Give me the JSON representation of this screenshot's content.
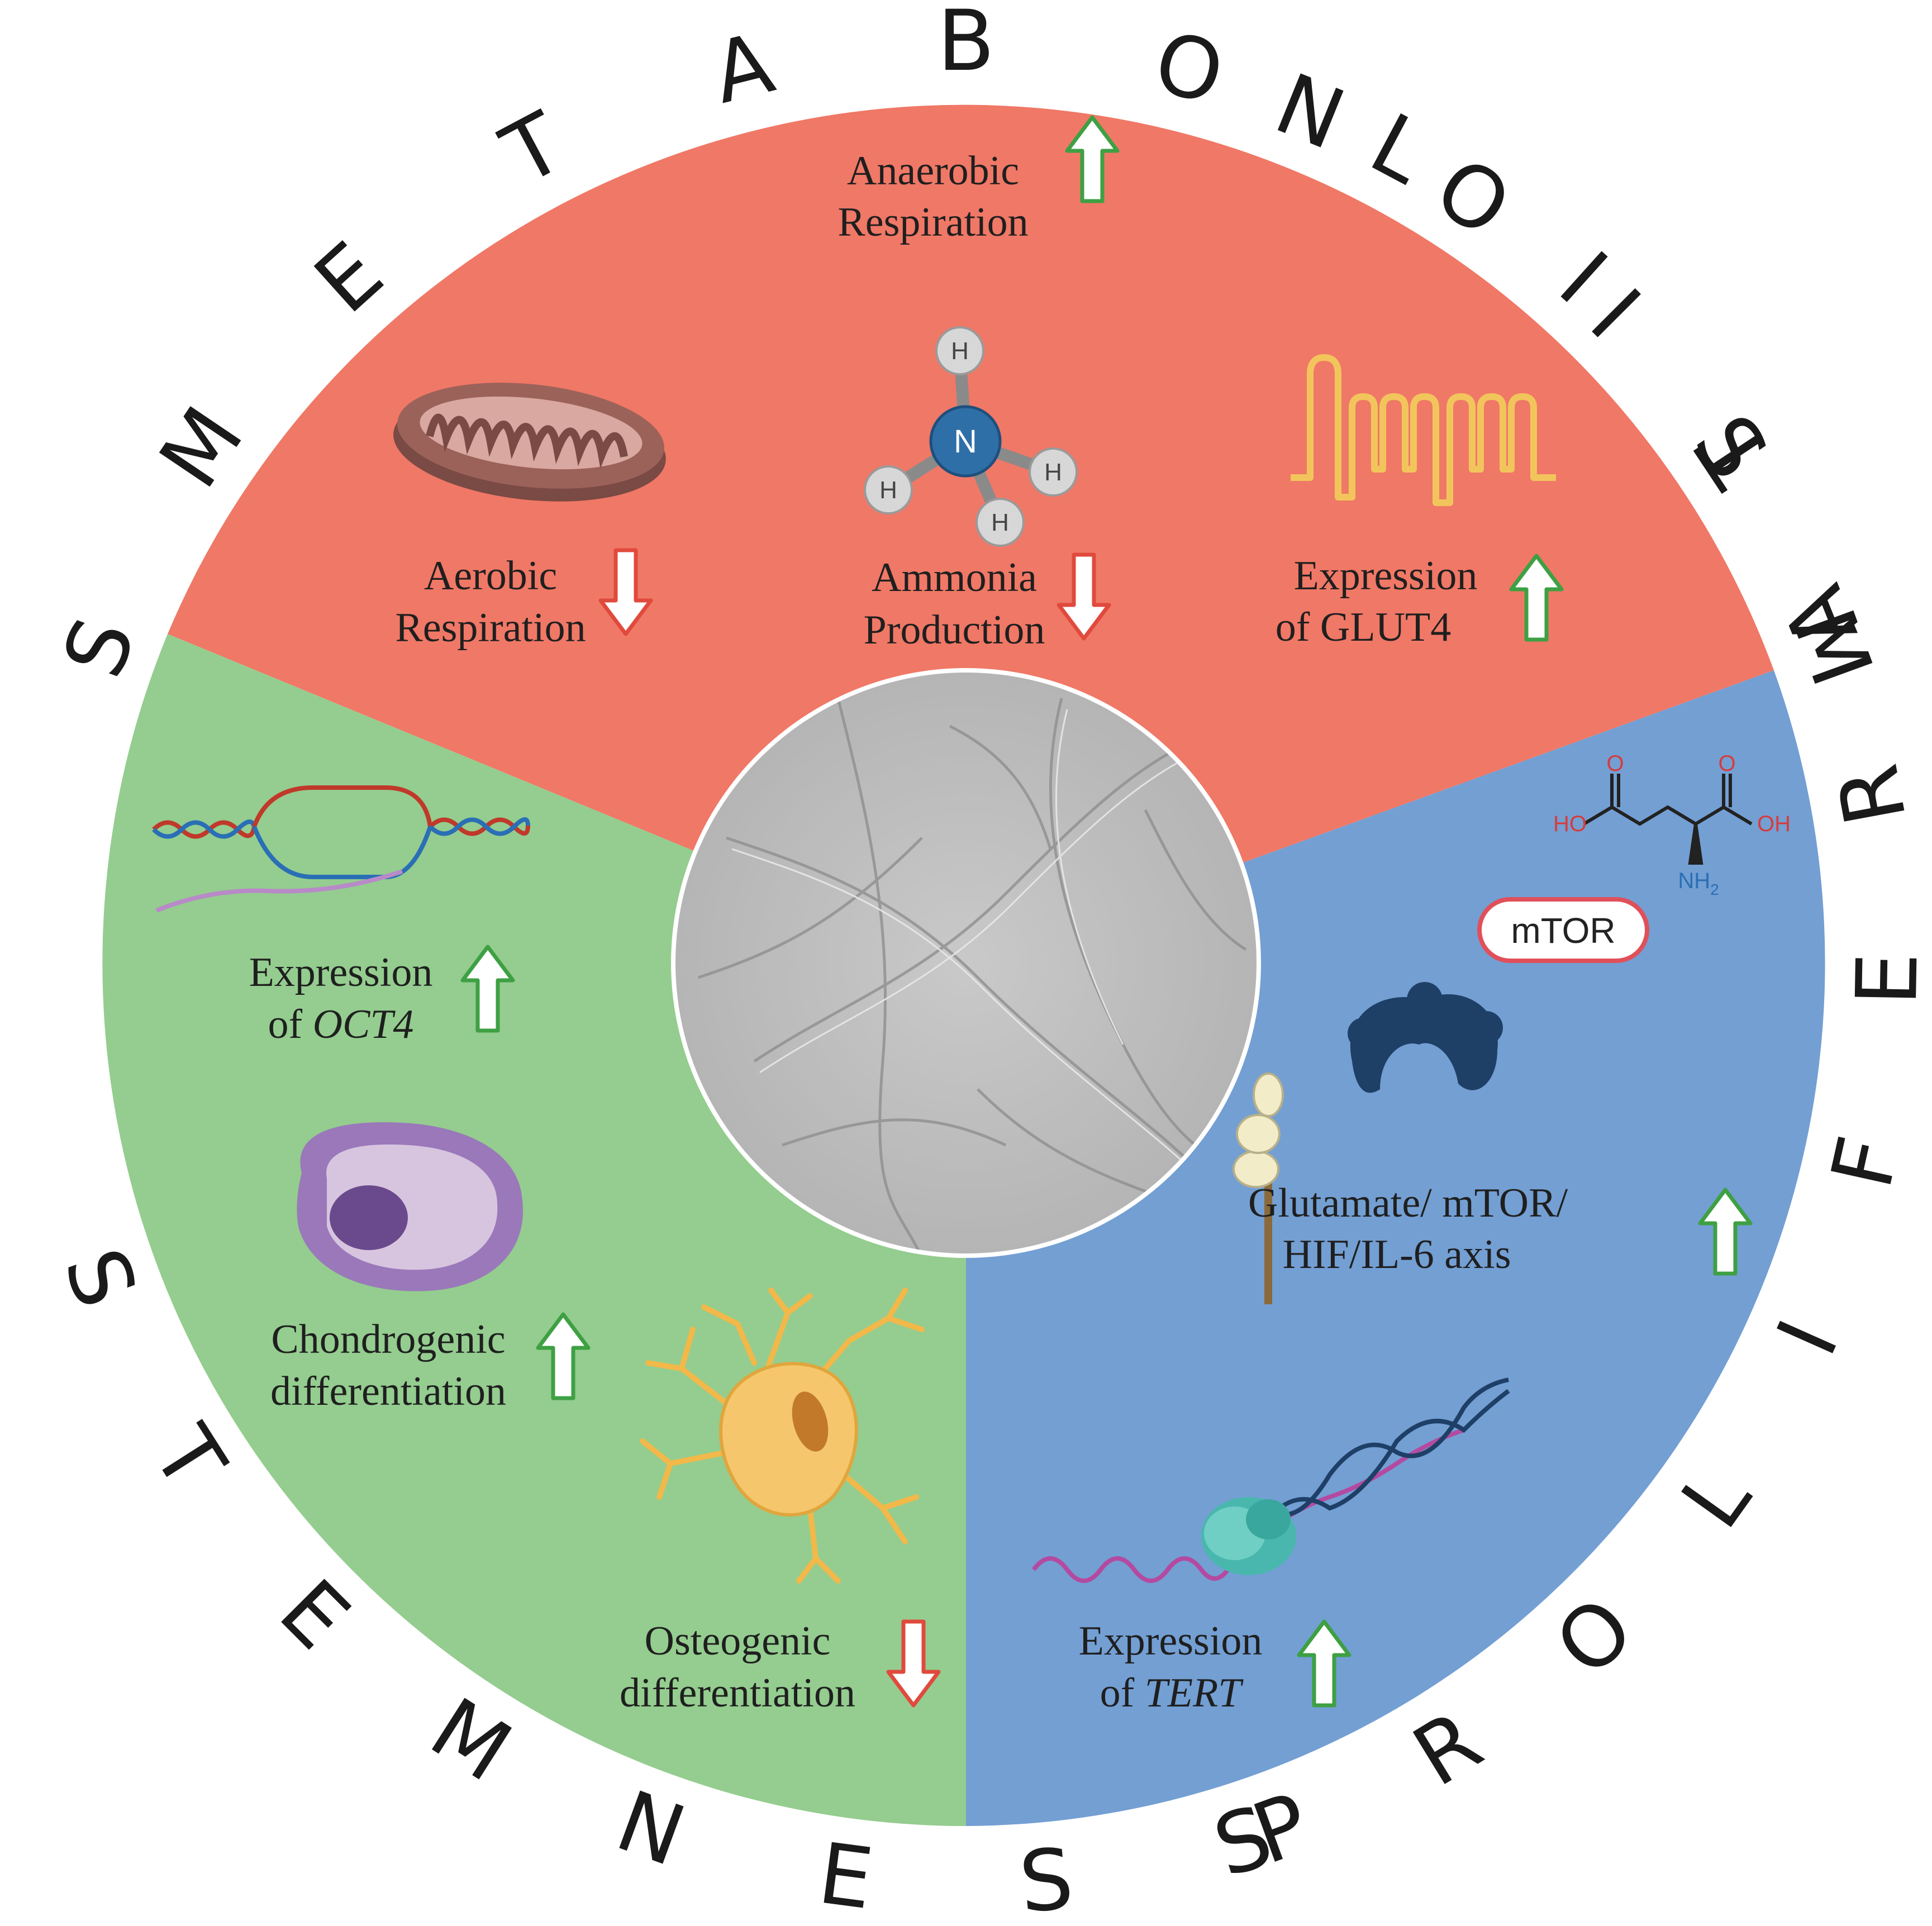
{
  "ring_text": {
    "metabolism": "SMETABOLISM",
    "proliferation": "PROLIFERATION",
    "stemness": "STEMNESS"
  },
  "colors": {
    "metabolism_sector": "#f07866",
    "proliferation_sector": "#739fd3",
    "stemness_sector": "#94cd8f",
    "arrow_up_stroke": "#3ea043",
    "arrow_down_stroke": "#e04a3c"
  },
  "metabolism": {
    "anaerobic": {
      "line1": "Anaerobic",
      "line2": "Respiration",
      "direction": "up"
    },
    "aerobic": {
      "line1": "Aerobic",
      "line2": "Respiration",
      "direction": "down"
    },
    "ammonia": {
      "line1": "Ammonia",
      "line2": "Production",
      "direction": "down"
    },
    "glut4": {
      "line1": "Expression",
      "line2": "of GLUT4",
      "direction": "up"
    },
    "ammonia_atoms": {
      "center": "N",
      "h": "H"
    }
  },
  "proliferation": {
    "glutamate_atoms": {
      "ho": "HO",
      "oh": "OH",
      "o": "O",
      "nh2": "NH",
      "sub2": "2"
    },
    "mtor_pill": "mTOR",
    "axis": {
      "line1": "Glutamate/ mTOR/",
      "line2": "HIF/IL-6 axis",
      "direction": "up"
    },
    "tert": {
      "line1": "Expression",
      "line2_prefix": "of ",
      "line2_italic": "TERT",
      "direction": "up"
    }
  },
  "stemness": {
    "oct4": {
      "line1": "Expression",
      "line2_prefix": "of ",
      "line2_italic": "OCT4",
      "direction": "up"
    },
    "chondro": {
      "line1": "Chondrogenic",
      "line2": "differentiation",
      "direction": "up"
    },
    "osteo": {
      "line1": "Osteogenic",
      "line2": "differentiation",
      "direction": "down"
    }
  }
}
